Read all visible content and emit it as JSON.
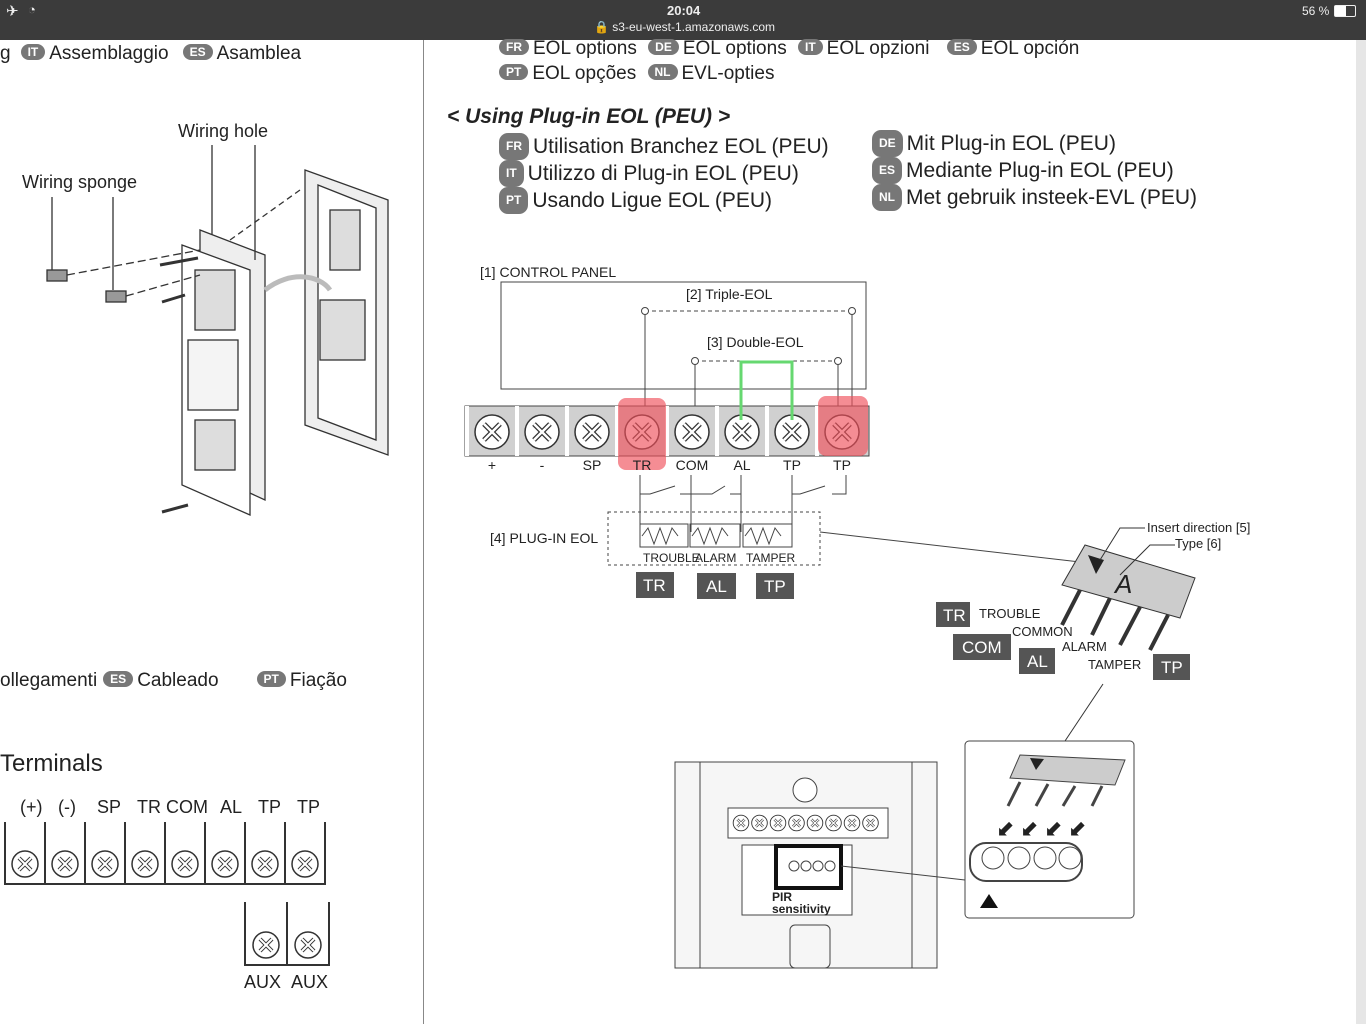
{
  "status_bar": {
    "time": "20:04",
    "url": "s3-eu-west-1.amazonaws.com",
    "battery": "56 %"
  },
  "left": {
    "assembly_prefix": "g",
    "assembly": [
      {
        "badge": "IT",
        "text": "Assemblaggio"
      },
      {
        "badge": "ES",
        "text": "Asamblea"
      }
    ],
    "wiring_hole": "Wiring hole",
    "wiring_sponge": "Wiring sponge",
    "wiring_prefix": "ollegamenti",
    "wiring": [
      {
        "badge": "ES",
        "text": "Cableado"
      },
      {
        "badge": "PT",
        "text": "Fiação"
      }
    ],
    "terminals_title": "Terminals",
    "terminal_labels": [
      "(+)",
      "(-)",
      "SP",
      "TR",
      "COM",
      "AL",
      "TP",
      "TP"
    ],
    "aux_labels": [
      "AUX",
      "AUX"
    ]
  },
  "right": {
    "eol_row1": [
      {
        "badge": "FR",
        "text": "EOL options"
      },
      {
        "badge": "DE",
        "text": "EOL options"
      },
      {
        "badge": "IT",
        "text": "EOL opzioni"
      },
      {
        "badge": "ES",
        "text": "EOL opción"
      }
    ],
    "eol_row2": [
      {
        "badge": "PT",
        "text": "EOL opções"
      },
      {
        "badge": "NL",
        "text": "EVL-opties"
      }
    ],
    "heading": "< Using Plug-in EOL (PEU) >",
    "translations_left": [
      {
        "badge": "FR",
        "text": "Utilisation Branchez EOL (PEU)"
      },
      {
        "badge": "IT",
        "text": "Utilizzo di Plug-in EOL (PEU)"
      },
      {
        "badge": "PT",
        "text": "Usando Ligue EOL (PEU)"
      }
    ],
    "translations_right": [
      {
        "badge": "DE",
        "text": "Mit Plug-in EOL (PEU)"
      },
      {
        "badge": "ES",
        "text": "Mediante Plug-in EOL (PEU)"
      },
      {
        "badge": "NL",
        "text": "Met gebruik insteek-EVL (PEU)"
      }
    ],
    "diagram": {
      "control_panel": "[1] CONTROL PANEL",
      "triple_eol": "[2] Triple-EOL",
      "double_eol": "[3] Double-EOL",
      "terminals": [
        "+",
        "-",
        "SP",
        "TR",
        "COM",
        "AL",
        "TP",
        "TP"
      ],
      "plug_in": "[4] PLUG-IN EOL",
      "resistors": [
        "TROUBLE",
        "ALARM",
        "TAMPER"
      ],
      "codes": [
        "TR",
        "AL",
        "TP"
      ],
      "insert_direction": "Insert direction [5]",
      "type": "Type [6]",
      "pins": {
        "tr": "TR",
        "trouble": "TROUBLE",
        "common": "COMMON",
        "com": "COM",
        "al": "AL",
        "alarm": "ALARM",
        "tamper": "TAMPER",
        "tp": "TP"
      },
      "chip_letter": "A",
      "pir": "PIR",
      "sensitivity": "sensitivity"
    },
    "colors": {
      "highlight": "#f0505a",
      "green": "#66d870",
      "badge": "#777777"
    }
  }
}
